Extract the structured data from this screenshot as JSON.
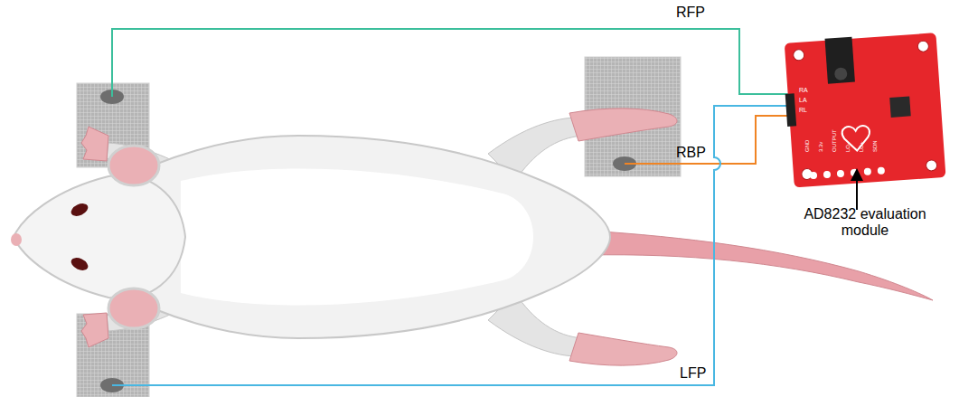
{
  "diagram": {
    "labels": [
      "RFP",
      "RBP",
      "LFP",
      "AD8232 evaluation module",
      "RA",
      "LA",
      "RL",
      "GND",
      "3.3v",
      "OUTPUT",
      "LO-",
      "LO+",
      "SDN"
    ]
  }
}
